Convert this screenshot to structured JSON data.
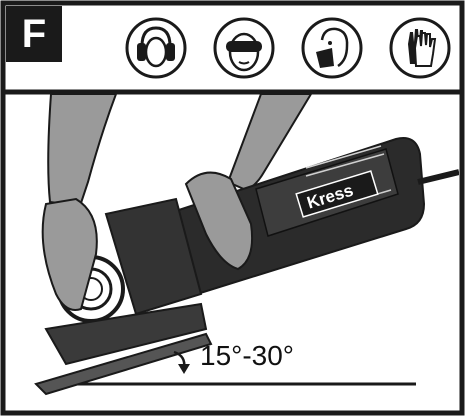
{
  "step": {
    "letter": "F"
  },
  "safety_icons": [
    {
      "name": "ear-protection-icon"
    },
    {
      "name": "eye-protection-icon"
    },
    {
      "name": "dust-mask-icon"
    },
    {
      "name": "gloves-icon"
    }
  ],
  "tool": {
    "brand": "Kress"
  },
  "instruction": {
    "angle": "15°-30°"
  },
  "colors": {
    "ink": "#1a1a1a",
    "background": "#ffffff",
    "glove": "#9a9a9a"
  }
}
